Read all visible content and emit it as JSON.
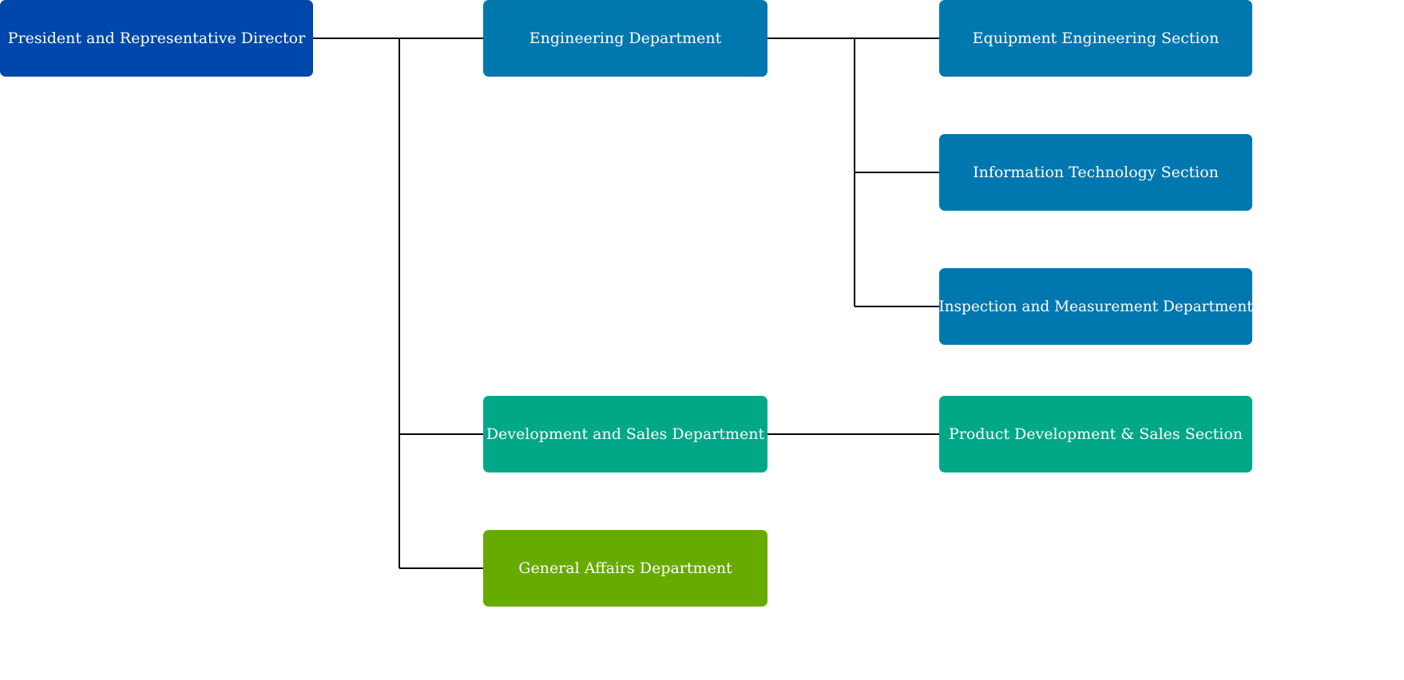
{
  "colors": {
    "president": "#0047ab",
    "engineering_group": "#0077af",
    "development_group": "#00a887",
    "general_affairs": "#67ab00",
    "connector": "#000000"
  },
  "org_chart": {
    "root": {
      "label": "President and Representative Director"
    },
    "departments": [
      {
        "label": "Engineering Department",
        "sections": [
          {
            "label": "Equipment Engineering Section"
          },
          {
            "label": "Information Technology Section"
          },
          {
            "label": "Inspection and Measurement Department"
          }
        ]
      },
      {
        "label": "Development and Sales Department",
        "sections": [
          {
            "label": "Product Development & Sales Section"
          }
        ]
      },
      {
        "label": "General Affairs Department",
        "sections": []
      }
    ]
  }
}
